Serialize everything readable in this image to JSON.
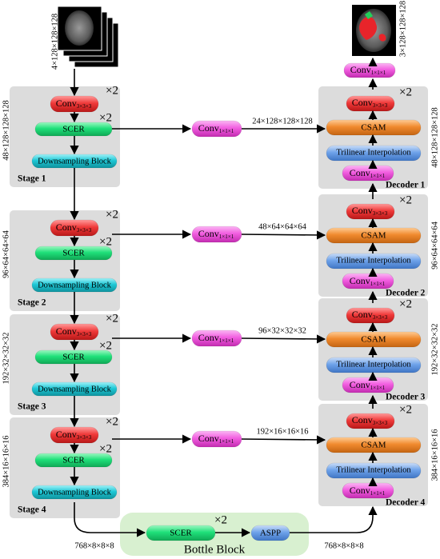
{
  "input": {
    "shape": "4×128×128×128"
  },
  "output": {
    "shape": "3×128×128×128"
  },
  "encoder": [
    {
      "stage_label": "Stage 1",
      "feature_shape": "48×128×128×128",
      "conv": "Conv",
      "conv_sub": "3×3×3",
      "conv_times": "×2",
      "scer": "SCER",
      "scer_times": "×2",
      "down": "Downsampling Block"
    },
    {
      "stage_label": "Stage 2",
      "feature_shape": "96×64×64×64",
      "conv": "Conv",
      "conv_sub": "3×3×3",
      "conv_times": "×2",
      "scer": "SCER",
      "scer_times": "×2",
      "down": "Downsampling Block"
    },
    {
      "stage_label": "Stage 3",
      "feature_shape": "192×32×32×32",
      "conv": "Conv",
      "conv_sub": "3×3×3",
      "conv_times": "×2",
      "scer": "SCER",
      "scer_times": "×2",
      "down": "Downsampling Block"
    },
    {
      "stage_label": "Stage 4",
      "feature_shape": "384×16×16×16",
      "conv": "Conv",
      "conv_sub": "3×3×3",
      "conv_times": "×2",
      "scer": "SCER",
      "scer_times": "×2",
      "down": "Downsampling Block"
    }
  ],
  "skips": [
    {
      "conv": "Conv",
      "conv_sub": "1×1×1",
      "shape": "24×128×128×128"
    },
    {
      "conv": "Conv",
      "conv_sub": "1×1×1",
      "shape": "48×64×64×64"
    },
    {
      "conv": "Conv",
      "conv_sub": "1×1×1",
      "shape": "96×32×32×32"
    },
    {
      "conv": "Conv",
      "conv_sub": "1×1×1",
      "shape": "192×16×16×16"
    }
  ],
  "decoder": [
    {
      "label": "Decoder 1",
      "feature_shape": "48×128×128×128",
      "conv": "Conv",
      "conv_sub": "3×3×3",
      "conv_times": "×2",
      "csam": "CSAM",
      "interp": "Trilinear Interpolation",
      "conv1": "Conv",
      "conv1_sub": "1×1×1"
    },
    {
      "label": "Decoder 2",
      "feature_shape": "96×64×64×64",
      "conv": "Conv",
      "conv_sub": "3×3×3",
      "conv_times": "×2",
      "csam": "CSAM",
      "interp": "Trilinear Interpolation",
      "conv1": "Conv",
      "conv1_sub": "1×1×1"
    },
    {
      "label": "Decoder 3",
      "feature_shape": "192×32×32×32",
      "conv": "Conv",
      "conv_sub": "3×3×3",
      "conv_times": "×2",
      "csam": "CSAM",
      "interp": "Trilinear Interpolation",
      "conv1": "Conv",
      "conv1_sub": "1×1×1"
    },
    {
      "label": "Decoder 4",
      "feature_shape": "384×16×16×16",
      "conv": "Conv",
      "conv_sub": "3×3×3",
      "conv_times": "×2",
      "csam": "CSAM",
      "interp": "Trilinear Interpolation",
      "conv1": "Conv",
      "conv1_sub": "1×1×1"
    }
  ],
  "final_conv": {
    "conv": "Conv",
    "conv_sub": "1×1×1"
  },
  "bottleneck": {
    "label": "Bottle Block",
    "scer": "SCER",
    "scer_times": "×2",
    "aspp": "ASPP",
    "in_shape": "768×8×8×8",
    "out_shape": "768×8×8×8"
  },
  "colors": {
    "conv3": "#f03a3a",
    "scer": "#1fe07a",
    "down": "#1ec8d6",
    "skip": "#f25ee0",
    "csam": "#f08a2e",
    "interp": "#4f8fe0",
    "conv1": "#f25ee0",
    "panel": "#dcdcdc",
    "bottle": "#d8f0d0",
    "aspp": "#3f7fe0"
  }
}
